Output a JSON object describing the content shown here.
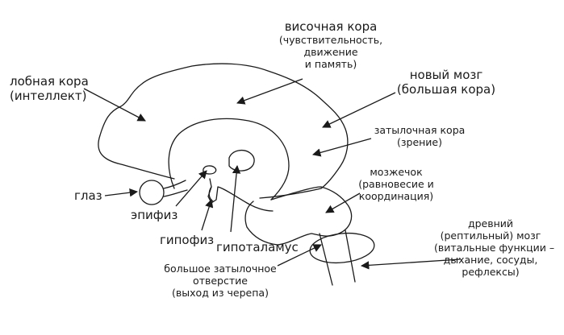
{
  "labels": {
    "frontal": {
      "line1": "лобная кора",
      "line2": "(интеллект)"
    },
    "temporal": {
      "line1": "височная кора",
      "line2": "(чувствительность,",
      "line3": "движение",
      "line4": "и память)"
    },
    "neocortex": {
      "line1": "новый мозг",
      "line2": "(большая кора)"
    },
    "occipital": {
      "line1": "затылочная кора",
      "line2": "(зрение)"
    },
    "cerebellum": {
      "line1": "мозжечок",
      "line2": "(равновесие и",
      "line3": "координация)"
    },
    "eye": {
      "line1": "глаз"
    },
    "epiphysis": {
      "line1": "эпифиз"
    },
    "hypophysis": {
      "line1": "гипофиз"
    },
    "hypothalamus": {
      "line1": "гипоталамус"
    },
    "foramen": {
      "line1": "большое затылочное",
      "line2": "отверстие",
      "line3": "(выход из черепа)"
    },
    "ancient": {
      "line1": "древний",
      "line2": "(рептильный) мозг",
      "line3": "(витальные функции –",
      "line4": "дыхание, сосуды,",
      "line5": "рефлексы)"
    }
  },
  "colors": {
    "ink": "#1a1a1a",
    "background": "#ffffff"
  }
}
